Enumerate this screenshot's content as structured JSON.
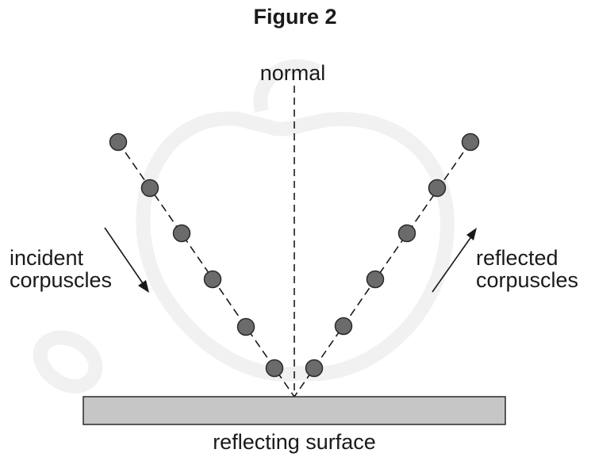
{
  "figure": {
    "title": "Figure 2",
    "labels": {
      "normal": "normal",
      "incident_line1": "incident",
      "incident_line2": "corpuscles",
      "reflected_line1": "reflected",
      "reflected_line2": "corpuscles",
      "surface": "reflecting surface"
    }
  },
  "colors": {
    "corpuscle_fill": "#6b6b6b",
    "corpuscle_stroke": "#2a2a2a",
    "surface_fill": "#c6c6c6",
    "surface_stroke": "#2a2a2a",
    "line": "#1a1a1a",
    "background": "#ffffff"
  },
  "corpuscles": {
    "incident_count": 6,
    "reflected_count": 6
  }
}
